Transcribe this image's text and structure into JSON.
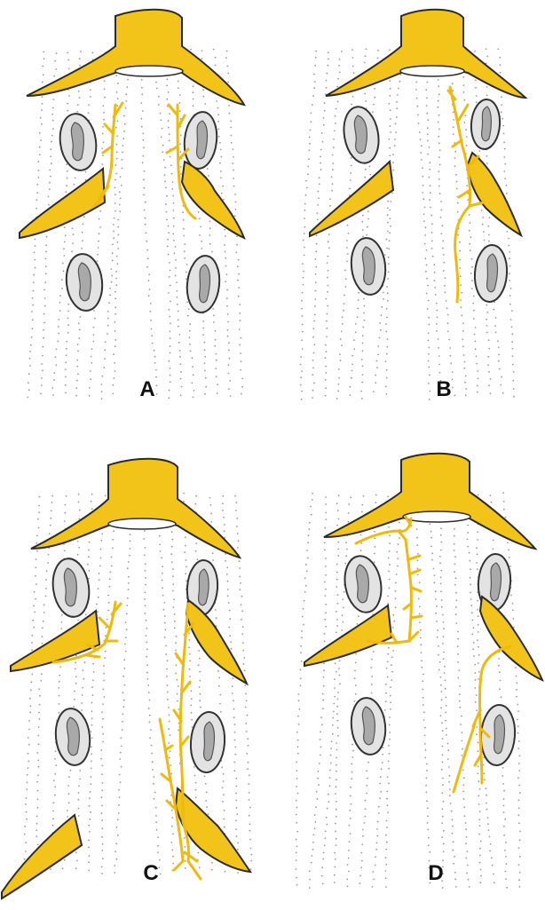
{
  "colors": {
    "structure_fill": "#f2c318",
    "structure_stroke": "#2b2b2b",
    "nerve": "#f0b90d",
    "foramen_fill": "#a9a9a9",
    "foramen_ring": "#e3e3e3",
    "dots": "#9a9a9a"
  },
  "panels": [
    {
      "label": "A"
    },
    {
      "label": "B"
    },
    {
      "label": "C"
    },
    {
      "label": "D"
    }
  ]
}
